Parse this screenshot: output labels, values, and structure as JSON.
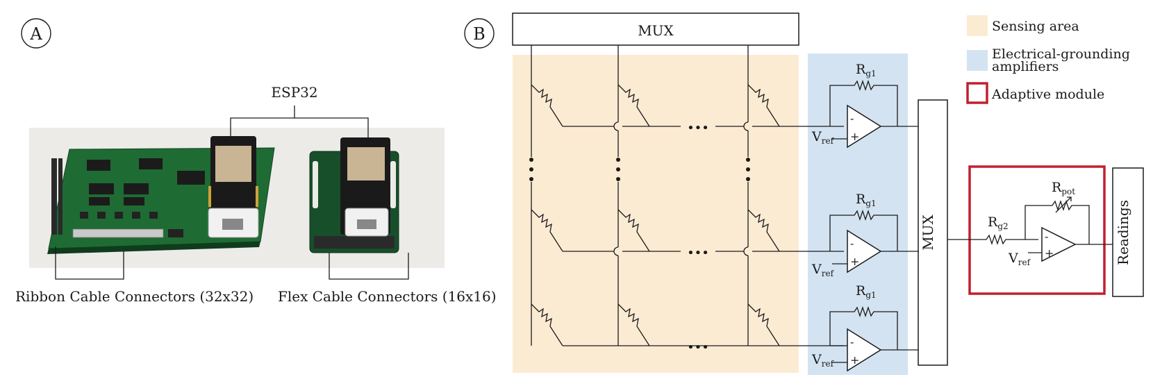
{
  "panel_a": {
    "label": "A",
    "esp_label": "ESP32",
    "ribbon_label": "Ribbon Cable Connectors (32x32)",
    "flex_label": "Flex Cable Connectors (16x16)"
  },
  "panel_b": {
    "label": "B",
    "mux_top": "MUX",
    "mux_side": "MUX",
    "readings": "Readings",
    "rg1": {
      "main": "R",
      "sub": "g1"
    },
    "rg2": {
      "main": "R",
      "sub": "g2"
    },
    "rpot": {
      "main": "R",
      "sub": "pot"
    },
    "vref": {
      "main": "V",
      "sub": "ref"
    },
    "minus": "-",
    "plus": "+",
    "dots": "•••"
  },
  "legend": {
    "sensing": "Sensing area",
    "grounding_line1": "Electrical-grounding",
    "grounding_line2": "amplifiers",
    "adaptive": "Adaptive module"
  },
  "colors": {
    "sensing": "#fcebd3",
    "grounding": "#d3e3f1",
    "adaptive": "#c0202e",
    "pcb": "#1f6b34",
    "photo_bg": "#ecebe8"
  }
}
